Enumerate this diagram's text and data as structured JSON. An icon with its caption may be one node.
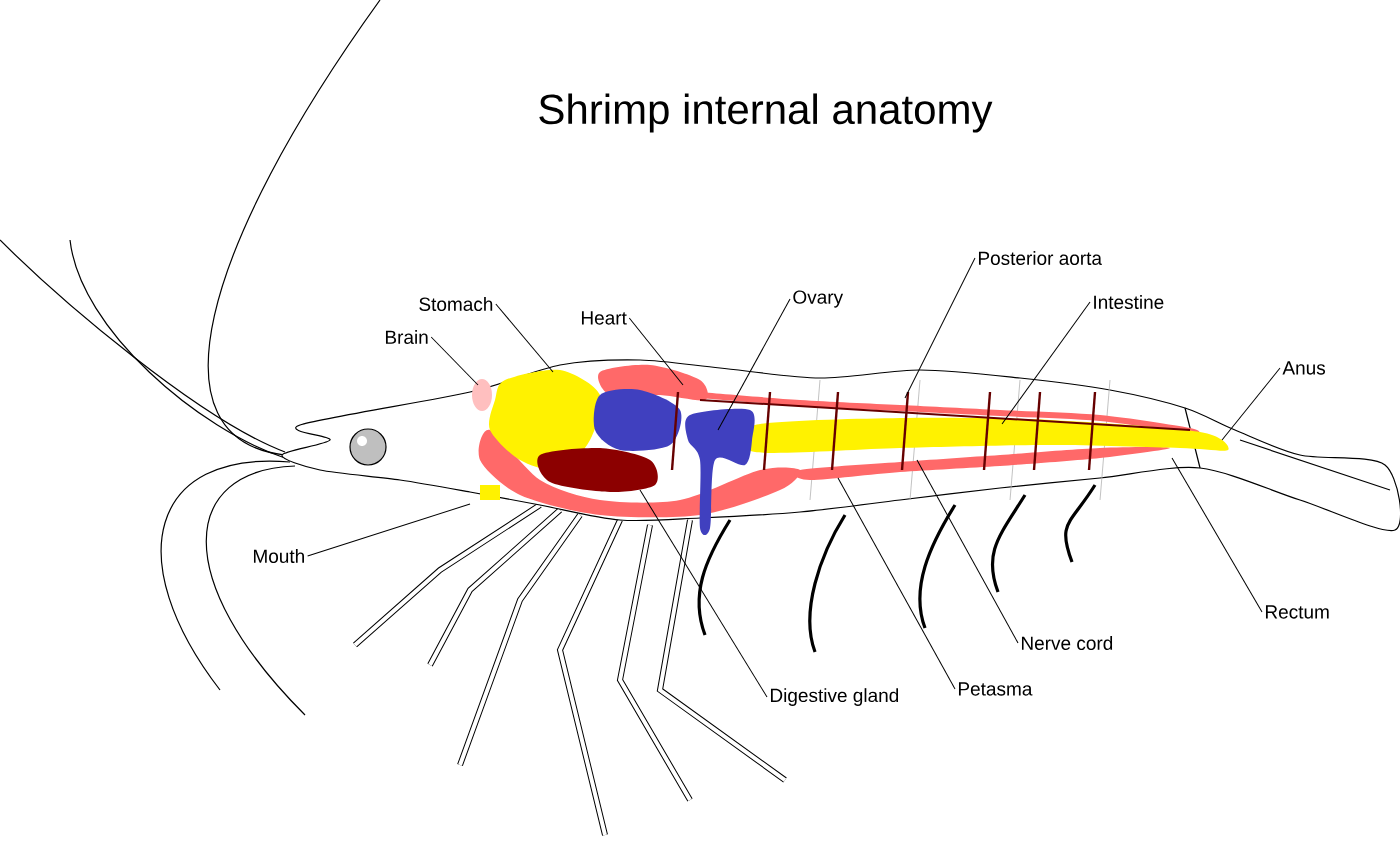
{
  "diagram": {
    "title": "Shrimp internal anatomy",
    "nodes": [
      {
        "text": [
          "Stomach"
        ]
      },
      {
        "text": [
          "Brain"
        ]
      },
      {
        "text": [
          "Heart"
        ]
      },
      {
        "text": [
          "Ovary"
        ]
      },
      {
        "text": [
          "Posterior aorta"
        ]
      },
      {
        "text": [
          "Intestine"
        ]
      },
      {
        "text": [
          "Anus"
        ]
      },
      {
        "text": [
          "Mouth"
        ]
      },
      {
        "text": [
          "Rectum"
        ]
      },
      {
        "text": [
          "Nerve cord"
        ]
      },
      {
        "text": [
          "Petasma"
        ]
      },
      {
        "text": [
          "Digestive gland"
        ]
      }
    ],
    "edges": [
      {
        "from": 0,
        "to": null,
        "arrow": "none"
      },
      {
        "from": 1,
        "to": null,
        "arrow": "none"
      },
      {
        "from": 2,
        "to": null,
        "arrow": "none"
      },
      {
        "from": 3,
        "to": null,
        "arrow": "none"
      },
      {
        "from": 4,
        "to": null,
        "arrow": "none"
      },
      {
        "from": 5,
        "to": null,
        "arrow": "none"
      },
      {
        "from": 6,
        "to": null,
        "arrow": "none"
      },
      {
        "from": 7,
        "to": null,
        "arrow": "none"
      },
      {
        "from": 8,
        "to": null,
        "arrow": "none"
      },
      {
        "from": 9,
        "to": null,
        "arrow": "none"
      },
      {
        "from": 10,
        "to": null,
        "arrow": "none"
      },
      {
        "from": 11,
        "to": null,
        "arrow": "none"
      }
    ]
  }
}
